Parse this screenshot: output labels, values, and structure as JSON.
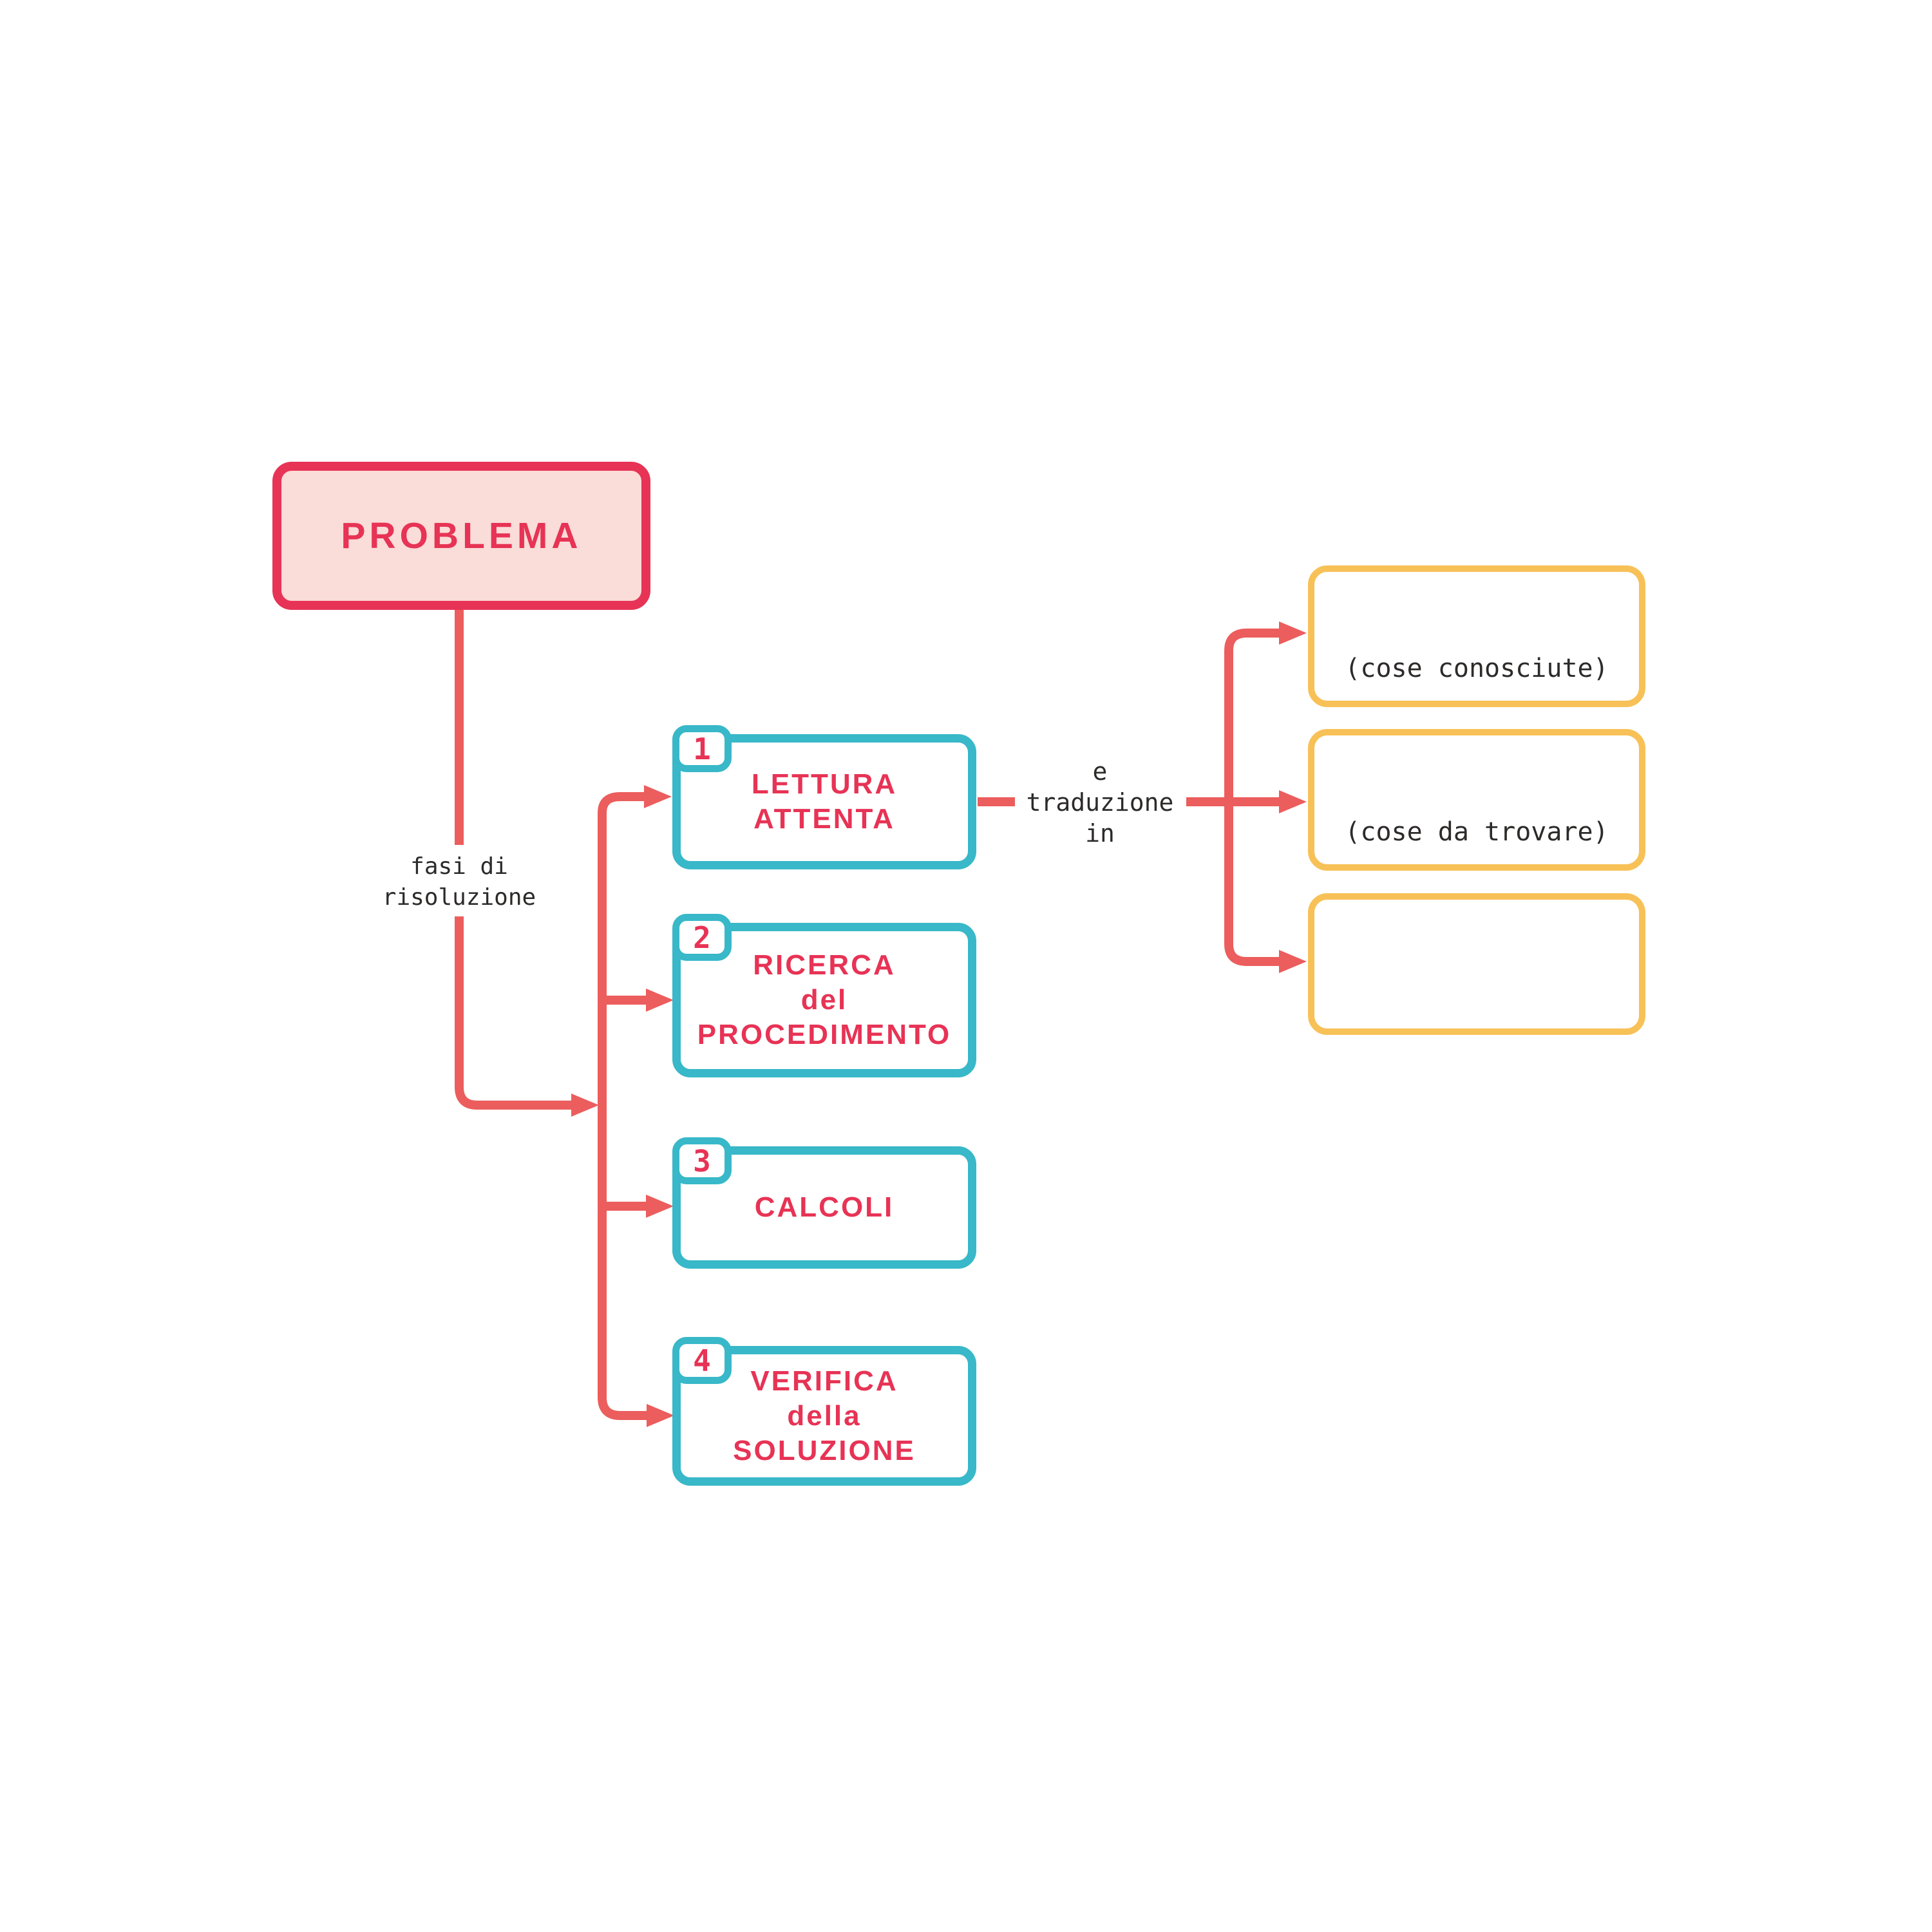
{
  "diagram": {
    "problem_box": {
      "label": "PROBLEMA"
    },
    "phase_edge_label": {
      "lines": [
        "fasi di",
        "risoluzione"
      ]
    },
    "steps": [
      {
        "number": "1",
        "title_lines": [
          "LETTURA",
          "ATTENTA"
        ]
      },
      {
        "number": "2",
        "title_lines": [
          "RICERCA",
          "del",
          "PROCEDIMENTO"
        ]
      },
      {
        "number": "3",
        "title_lines": [
          "CALCOLI"
        ]
      },
      {
        "number": "4",
        "title_lines": [
          "VERIFICA",
          "della",
          "SOLUZIONE"
        ]
      }
    ],
    "translation_edge_label": {
      "lines": [
        "e",
        "traduzione",
        "in"
      ]
    },
    "outputs": [
      {
        "label": "(cose conosciute)"
      },
      {
        "label": "(cose da trovare)"
      },
      {
        "label": ""
      }
    ],
    "colors": {
      "crimson_accent": "#e73355",
      "pink_fill": "#fadcd8",
      "coral_connector": "#ec5d5d",
      "teal_border": "#38b8c8",
      "yellow_border": "#f7c157",
      "label_text": "#2d2b2a"
    }
  }
}
